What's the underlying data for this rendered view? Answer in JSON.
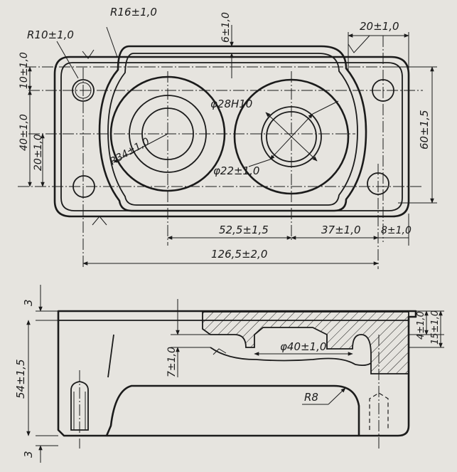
{
  "dimensions": {
    "r16": "R16±1,0",
    "r10": "R10±1,0",
    "six": "6±1,0",
    "twenty": "20±1,0",
    "ten": "10±1,0",
    "forty": "40±1,0",
    "twentyv": "20±1,0",
    "sixty": "60±1,5",
    "phi28": "φ28H10",
    "phi22": "φ22±1,0",
    "r34": "R34±1,0",
    "d525": "52,5±1,5",
    "d37": "37±1,0",
    "d8": "8±1,0",
    "d1265": "126,5±2,0",
    "three_top": "3",
    "d54": "54±1,5",
    "three_bot": "3",
    "d7": "7±1,0",
    "phi40": "φ40±1,0",
    "r8": "R8",
    "d4": "4±1,0",
    "d15": "15±1,0"
  }
}
